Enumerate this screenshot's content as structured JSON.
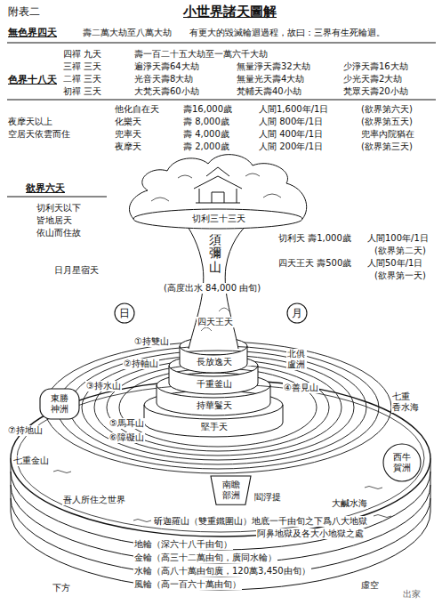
{
  "diagram": {
    "title": "小世界諸天圖解",
    "nodes": [
      {
        "text": [
          "日"
        ]
      },
      {
        "text": [
          "月"
        ]
      },
      {
        "text": [
          "東勝神洲"
        ]
      },
      {
        "text": [
          "西牛賀洲"
        ]
      },
      {
        "text": [
          "南瞻部洲"
        ]
      }
    ],
    "labels": [
      "附表二",
      "無色界四天",
      "壽二萬大劫至八萬大劫",
      "有更大的毀滅輪迴過程，故曰：三界有生死輪迴。",
      "四禪 九天",
      "壽一百二十五大劫至一萬六千大劫",
      "三禪 三天",
      "遍淨天壽64大劫",
      "無量淨天壽32大劫",
      "少淨天壽16大劫",
      "色界十八天",
      "二禪 三天",
      "光音天壽8大劫",
      "無量光天壽4大劫",
      "少光天壽2大劫",
      "初禪 三天",
      "大梵天壽60小劫",
      "梵輔天壽40小劫",
      "梵眾天壽20小劫",
      "他化自在天",
      "壽16,000歲",
      "人間1,600年/1日",
      "(欲界第六天)",
      "化樂天",
      "壽 8,000歲",
      "人間 800年/1日",
      "(欲界第五天)",
      "兜率天",
      "壽 4,000歲",
      "人間 400年/1日",
      "兜率內院猶在",
      "夜摩天",
      "壽 2,000歲",
      "人間 200年/1日",
      "(欲界第三天)",
      "夜摩天以上",
      "空居天依雲而住",
      "欲界六天",
      "切利天以下",
      "皆地居天",
      "依山而住故",
      "切利三十三天",
      "切利天 壽1,000歲",
      "人間100年/1日",
      "(欲界第二天)",
      "四天王天 壽500歲",
      "人間50年/1日",
      "(欲界第一天)",
      "須彌山",
      "(高度出水 84,000 由旬)",
      "日月星宿天",
      "四天王天",
      "長放逸天",
      "千重釜山",
      "持華鬘天",
      "堅手天",
      "①持雙山",
      "②持軸山",
      "③持水山",
      "④善見山",
      "⑤馬耳山",
      "⑥障礙山",
      "⑦持地山",
      "七重金山",
      "北俱盧洲",
      "七重 香水海",
      "大鹹水海",
      "吾人所住之世界",
      "閻浮提",
      "斫迦羅山（雙重鐵圍山）地底一千由旬之下爲八大地獄",
      "阿鼻地獄及各大小地獄之處",
      "地輪（深六十八千由旬）",
      "金輪（高三十二萬由旬，廣同水輪）",
      "水輪（高八十萬由旬廣，120萬3,450由旬）",
      "風輪（高一百六十萬由旬）",
      "下方",
      "虛空",
      "出家"
    ]
  }
}
